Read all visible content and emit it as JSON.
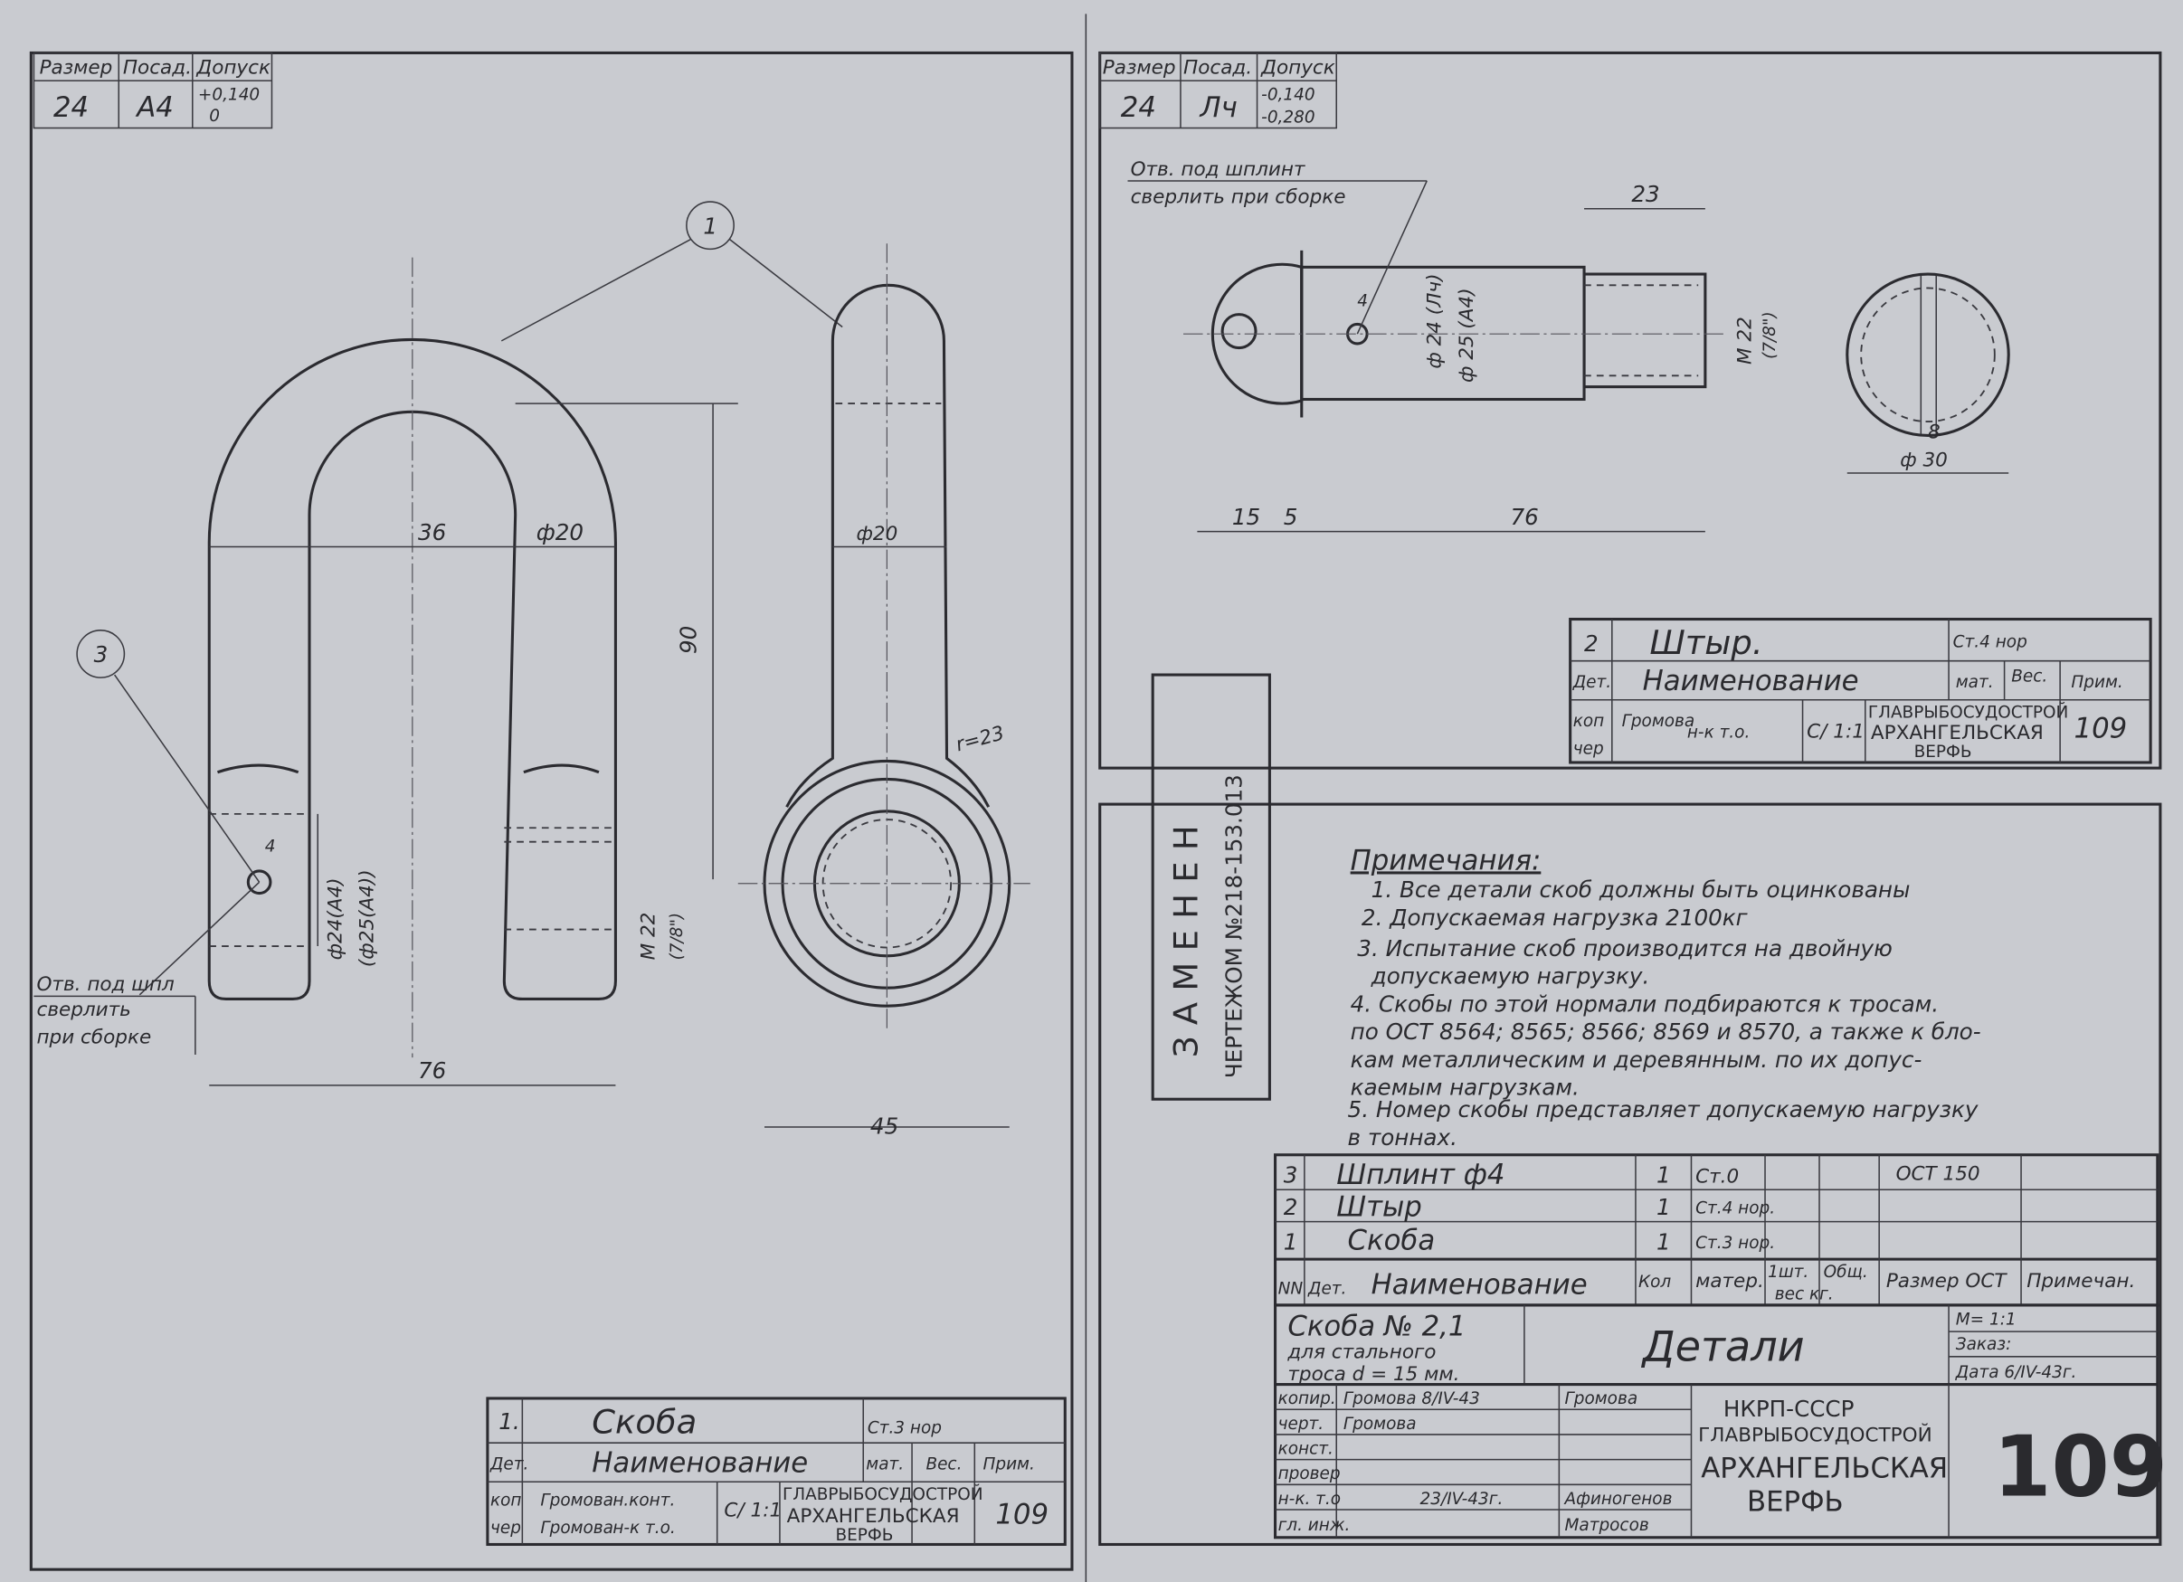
{
  "colors": {
    "paper": "#c9cbd0",
    "ink": "#2b2b30"
  },
  "left_sheet": {
    "tolerance_table": {
      "headers": [
        "Размер",
        "Посад.",
        "Допуск"
      ],
      "values": [
        "24",
        "А4",
        "+0,140",
        "0"
      ]
    },
    "dimensions": {
      "inner_width": "36",
      "rod_dia": "ф20",
      "height": "90",
      "thread": "M 22",
      "thread_inch": "(7/8\")",
      "pin_dia": "ф24(А4)",
      "pin_dia2": "(ф25(А4))",
      "overall_width": "76",
      "eye_width": "45",
      "side_dia": "ф20",
      "radius": "r=23",
      "hole": "4"
    },
    "callouts": {
      "part1": "1",
      "part3": "3",
      "hole_note": [
        "Отв. под шпл",
        "сверлить",
        "при сборке"
      ]
    },
    "title_block": {
      "num": "1.",
      "name": "Скоба",
      "material": "Ст.3 нор",
      "det": "Дет.",
      "name_header": "Наименование",
      "mat_header": "мат.",
      "weight_header": "Вес.",
      "note_header": "Прим.",
      "kop": "коп",
      "cher": "чер",
      "kop_sig": "Громова",
      "cher_sig": "Громова",
      "nk": "н.конт.",
      "nk2": "н-к т.о.",
      "scale": "С/ 1:1",
      "org1": "ГЛАВРЫБОСУДОСТРОЙ",
      "org2": "АРХАНГЕЛЬСКАЯ",
      "org3": "ВЕРФЬ",
      "sheet_no": "109"
    }
  },
  "right_sheet": {
    "tolerance_table": {
      "headers": [
        "Размер",
        "Посад.",
        "Допуск"
      ],
      "values": [
        "24",
        "Лч",
        "-0,140",
        "-0,280"
      ]
    },
    "hole_note": [
      "Отв. под шплинт",
      "сверлить при сборке"
    ],
    "dimensions": {
      "thread_len": "23",
      "dia1": "ф 24 (Лч)",
      "dia2": "ф 25 (А4)",
      "thread": "M 22",
      "thread_inch": "(7/8\")",
      "head": "15",
      "gap": "5",
      "length": "76",
      "slot": "8",
      "end_dia": "ф 30",
      "hole": "4"
    },
    "title_block": {
      "num": "2",
      "name": "Штыр.",
      "material": "Ст.4 нор",
      "det": "Дет.",
      "name_header": "Наименование",
      "mat_header": "мат.",
      "weight_header": "Вес.",
      "note_header": "Прим.",
      "kop": "коп",
      "cher": "чер",
      "kop_sig": "Громова",
      "nk": "н-к т.о.",
      "scale": "С/ 1:1",
      "org1": "ГЛАВРЫБОСУДОСТРОЙ",
      "org2": "АРХАНГЕЛЬСКАЯ",
      "org3": "ВЕРФЬ",
      "sheet_no": "109"
    },
    "stamp": {
      "line1": "ЗАМЕНЕН",
      "line2": "ЧЕРТЕЖОМ №218-153.013"
    },
    "notes": {
      "title": "Примечания:",
      "lines": [
        "1. Все детали скоб должны быть оцинкованы",
        "2. Допускаемая нагрузка 2100кг",
        "3. Испытание скоб производится на двойную",
        "допускаемую нагрузку.",
        "4. Скобы по этой нормали подбираются к тросам.",
        "по ОСТ 8564; 8565; 8566; 8569 и 8570, а также к бло-",
        "кам металлическим и деревянным. по их допус-",
        "каемым нагрузкам.",
        "5. Номер скобы представляет допускаемую нагрузку",
        "в тоннах."
      ]
    },
    "spec_table": {
      "rows": [
        {
          "num": "3",
          "name": "Шплинт ф4",
          "qty": "1",
          "material": "Ст.0",
          "size": "ОСТ 150"
        },
        {
          "num": "2",
          "name": "Штыр",
          "qty": "1",
          "material": "Ст.4 нор.",
          "size": ""
        },
        {
          "num": "1",
          "name": "Скоба",
          "qty": "1",
          "material": "Ст.3 нор.",
          "size": ""
        }
      ],
      "headers": {
        "num": "NN Дет.",
        "name": "Наименование",
        "qty": "Кол",
        "material": "матер.",
        "weight1": "1шт.",
        "weight2": "Общ.",
        "weight_unit": "вес кг.",
        "size": "Размер ОСТ",
        "note": "Примечан."
      }
    },
    "main_title": {
      "product": [
        "Скоба № 2,1",
        "для стального",
        "троса d = 15 мм."
      ],
      "title": "Детали",
      "scale": "М= 1:1",
      "order": "Заказ:",
      "date": "Дата 6/IV-43г.",
      "roles": [
        "копир.",
        "черт.",
        "конст.",
        "провер",
        "н-к. т.о",
        "гл. инж."
      ],
      "signatures": [
        "Громова 8/IV-43",
        "Громова",
        "",
        "",
        "23/IV-43г.",
        ""
      ],
      "names": [
        "Громова",
        "",
        "",
        "",
        "Афиногенов",
        "Матросов"
      ],
      "org": [
        "НКРП-СССР",
        "ГЛАВРЫБОСУДОСТРОЙ",
        "АРХАНГЕЛЬСКАЯ",
        "ВЕРФЬ"
      ],
      "sheet_no": "109"
    }
  }
}
